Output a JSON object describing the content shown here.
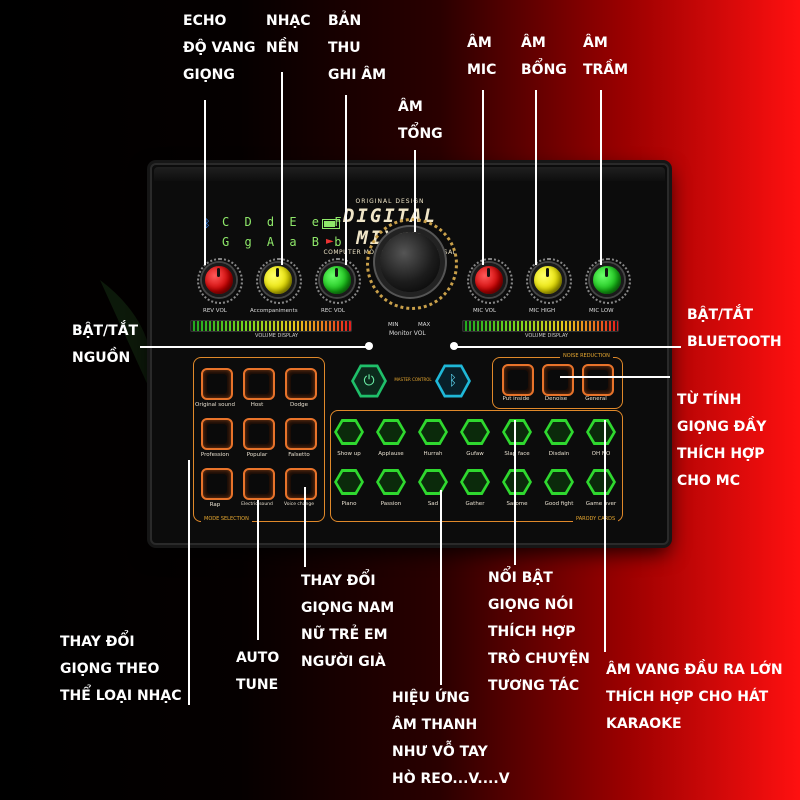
{
  "device": {
    "brand_top": "ORIGINAL DESIGN",
    "brand_title": "DIGITAL MIXER",
    "brand_sub": "COMPUTER MOBILE PHONE UNIVERSAL",
    "note_row1": "C D d E e F",
    "note_row2": "G g A a B b",
    "knob_labels": {
      "rev": "REV  VOL",
      "acc": "Accompaniments",
      "rec": "REC  VOL",
      "mic_vol": "MIC  VOL",
      "mic_high": "MIC  HIGH",
      "mic_low": "MIC  LOW",
      "monitor": "Monitor  VOL",
      "min": "MIN",
      "max": "MAX"
    },
    "volume_display": "VOLUME DISPLAY",
    "center_label": "MASTER CONTROL",
    "noise_reduction": "NOISE REDUCTION",
    "mode_selection": "MODE SELECTION",
    "sound_cards": "PARODY CARDS",
    "noise_buttons": [
      "Put inside",
      "Denoise",
      "General"
    ],
    "mode_buttons": [
      "Original sound",
      "Host",
      "Dodge",
      "Profession",
      "Popular",
      "Falsetto",
      "Rap",
      "",
      ""
    ],
    "mode_small": [
      "Electric sound",
      "Voice change"
    ],
    "effect_row1": [
      "Show up",
      "Applause",
      "Hurrah",
      "Gufaw",
      "Slap face",
      "Disdain",
      "OH NO"
    ],
    "effect_row2": [
      "Piano",
      "Passion",
      "Sad",
      "Gather",
      "Sarome",
      "Good fight",
      "Game over"
    ]
  },
  "annotations": {
    "echo": [
      "ECHO",
      "ĐỘ VANG",
      "GIỌNG"
    ],
    "music": [
      "NHẠC",
      "NỀN"
    ],
    "record": [
      "BẢN",
      "THU",
      "GHI ÂM"
    ],
    "master": [
      "ÂM",
      "TỔNG"
    ],
    "mic": [
      "ÂM",
      "MIC"
    ],
    "treble": [
      "ÂM",
      "BỔNG"
    ],
    "bass": [
      "ÂM",
      "TRẦM"
    ],
    "power": [
      "BẬT/TẮT",
      "NGUỒN"
    ],
    "bluetooth": [
      "BẬT/TẮT",
      "BLUETOOTH"
    ],
    "mc": [
      "TỪ TÍNH",
      "GIỌNG ĐẦY",
      "THÍCH HỢP",
      "CHO MC"
    ],
    "genre": [
      "THAY ĐỔI",
      "GIỌNG THEO",
      "THỂ LOẠI NHẠC"
    ],
    "autotune": [
      "AUTO",
      "TUNE"
    ],
    "voice_change": [
      "THAY ĐỔI",
      "GIỌNG NAM",
      "NỮ TRẺ EM",
      "NGƯỜI GIÀ"
    ],
    "effects": [
      "HIỆU ỨNG",
      "ÂM THANH",
      "NHƯ VỖ TAY",
      "HÒ REO...V....V"
    ],
    "talk": [
      "NỔI BẬT",
      "GIỌNG NÓI",
      "THÍCH HỢP",
      "TRÒ CHUYỆN",
      "TƯƠNG TÁC"
    ],
    "karaoke": [
      "ÂM VANG ĐẦU RA LỚN",
      "THÍCH HỢP CHO HÁT",
      "KARAOKE"
    ]
  },
  "colors": {
    "accent_orange": "#e8732a",
    "accent_green": "#2fd82f",
    "bg_red": "#ff1010"
  }
}
